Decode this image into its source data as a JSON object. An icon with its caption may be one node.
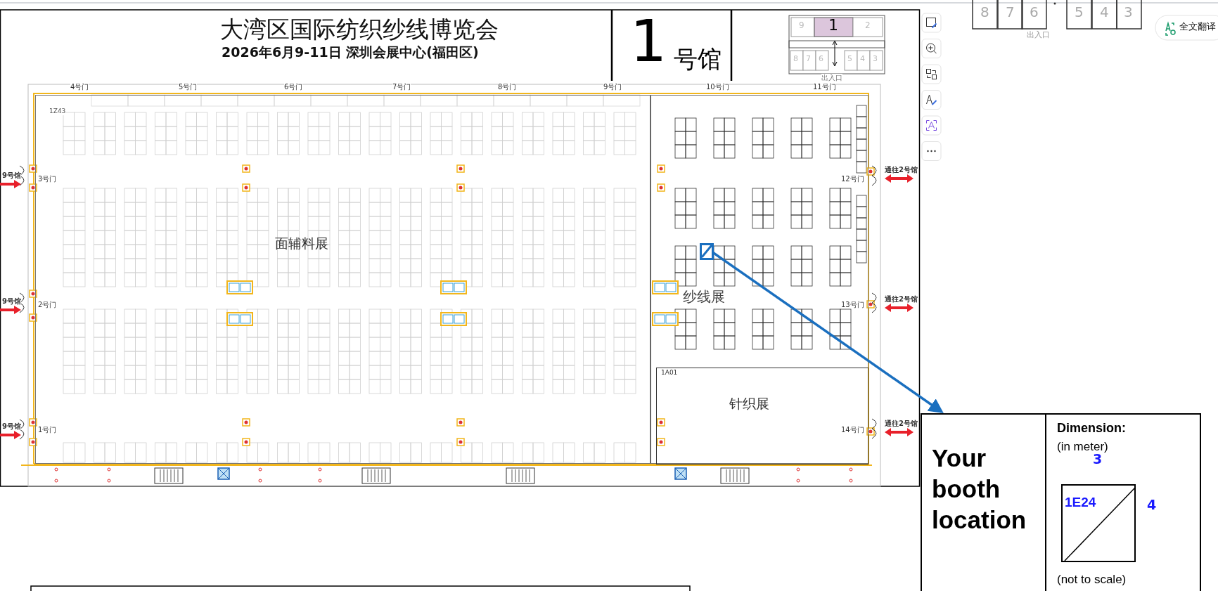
{
  "diagram": {
    "title": "大湾区国际纺织纱线博览会",
    "nodes": [
      {
        "text": [
          "面辅料展"
        ]
      },
      {
        "text": [
          "纱线展"
        ]
      },
      {
        "text": [],
        "shape": "box",
        "in": 1
      },
      {
        "text": [
          "针织展"
        ],
        "in": 1
      },
      {
        "text": [
          "Your booth location"
        ]
      },
      {
        "text": [
          "Dimension:",
          "(in meter)",
          "(not to scale)"
        ]
      },
      {
        "text": [
          "1E24"
        ],
        "in": 5
      }
    ],
    "edges": [
      {
        "from": 2,
        "to": 4,
        "arrow": "to",
        "color": "#1a6fbf"
      }
    ],
    "labels": [
      "2026年6月9-11日 深圳会展中心(福田区)",
      "1",
      "号馆",
      "9",
      "1",
      "2",
      "8",
      "7",
      "6",
      "5",
      "4",
      "3",
      "出入口",
      "4号门",
      "5号门",
      "6号门",
      "7号门",
      "8号门",
      "9号门",
      "10号门",
      "11号门",
      "9号馆",
      "3号门",
      "通往2号馆",
      "12号门",
      "9号馆",
      "2号门",
      "通往2号馆",
      "13号门",
      "9号馆",
      "1号门",
      "通往2号馆",
      "14号门",
      "8",
      "7",
      "6",
      "5",
      "4",
      "3",
      "出入口",
      "全文翻译",
      "3",
      "4",
      "1Z43",
      "1A01"
    ]
  }
}
